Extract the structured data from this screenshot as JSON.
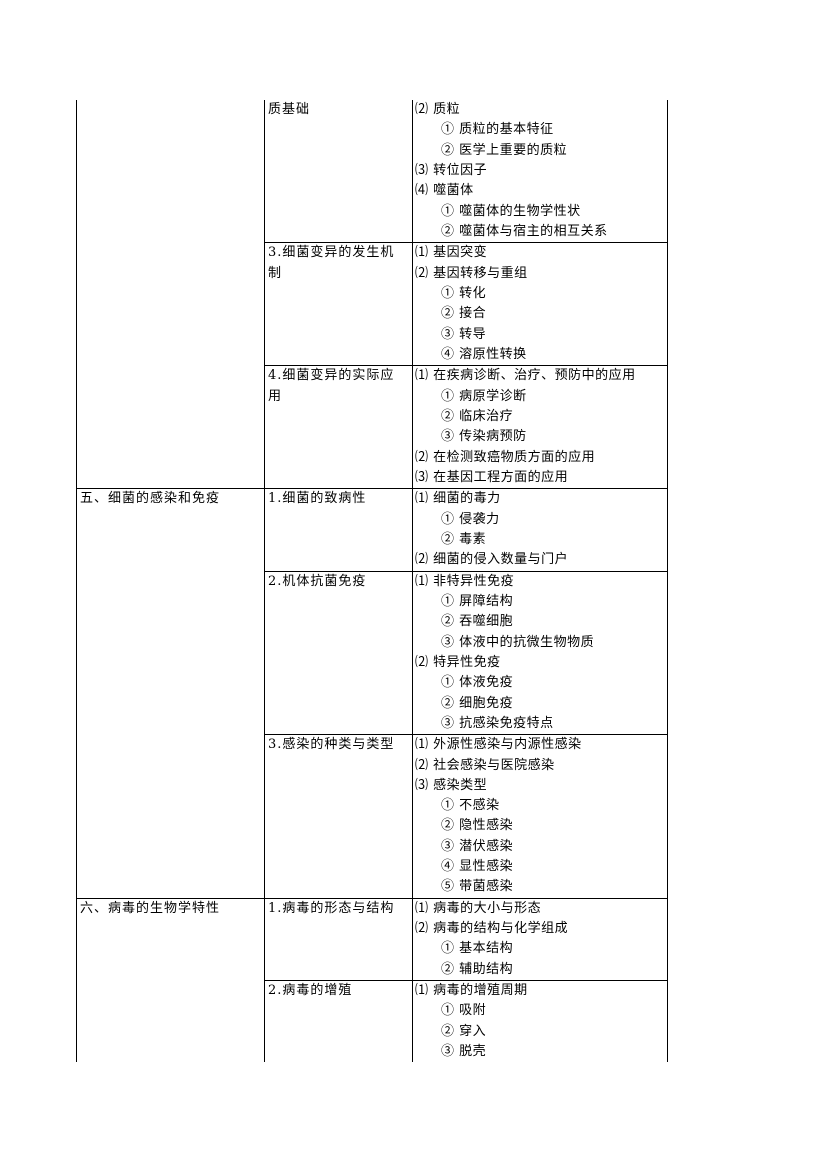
{
  "sections": [
    {
      "topic": "",
      "subs": [
        {
          "title": "质基础",
          "items": [
            {
              "t": "⑵ 质粒",
              "l": 1
            },
            {
              "t": "① 质粒的基本特征",
              "l": 2
            },
            {
              "t": "② 医学上重要的质粒",
              "l": 2
            },
            {
              "t": "⑶ 转位因子",
              "l": 1
            },
            {
              "t": "⑷ 噬菌体",
              "l": 1
            },
            {
              "t": "① 噬菌体的生物学性状",
              "l": 2
            },
            {
              "t": "② 噬菌体与宿主的相互关系",
              "l": 2
            }
          ]
        },
        {
          "title": "3.细菌变异的发生机制",
          "items": [
            {
              "t": "⑴ 基因突变",
              "l": 1
            },
            {
              "t": "⑵ 基因转移与重组",
              "l": 1
            },
            {
              "t": "① 转化",
              "l": 2
            },
            {
              "t": "② 接合",
              "l": 2
            },
            {
              "t": "③ 转导",
              "l": 2
            },
            {
              "t": "④ 溶原性转换",
              "l": 2
            }
          ]
        },
        {
          "title": "4.细菌变异的实际应用",
          "items": [
            {
              "t": "⑴ 在疾病诊断、治疗、预防中的应用",
              "l": 1
            },
            {
              "t": "① 病原学诊断",
              "l": 2
            },
            {
              "t": "② 临床治疗",
              "l": 2
            },
            {
              "t": "③ 传染病预防",
              "l": 2
            },
            {
              "t": "⑵ 在检测致癌物质方面的应用",
              "l": 1
            },
            {
              "t": "⑶ 在基因工程方面的应用",
              "l": 1
            }
          ]
        }
      ]
    },
    {
      "topic": "五、细菌的感染和免疫",
      "subs": [
        {
          "title": "1.细菌的致病性",
          "items": [
            {
              "t": "⑴ 细菌的毒力",
              "l": 1
            },
            {
              "t": "① 侵袭力",
              "l": 2
            },
            {
              "t": "② 毒素",
              "l": 2
            },
            {
              "t": "⑵ 细菌的侵入数量与门户",
              "l": 1
            }
          ]
        },
        {
          "title": "2.机体抗菌免疫",
          "items": [
            {
              "t": "⑴ 非特异性免疫",
              "l": 1
            },
            {
              "t": "① 屏障结构",
              "l": 2
            },
            {
              "t": "② 吞噬细胞",
              "l": 2
            },
            {
              "t": "③ 体液中的抗微生物物质",
              "l": 2
            },
            {
              "t": "⑵ 特异性免疫",
              "l": 1
            },
            {
              "t": "① 体液免疫",
              "l": 2
            },
            {
              "t": "② 细胞免疫",
              "l": 2
            },
            {
              "t": "③ 抗感染免疫特点",
              "l": 2
            }
          ]
        },
        {
          "title": "3.感染的种类与类型",
          "items": [
            {
              "t": "⑴ 外源性感染与内源性感染",
              "l": 1
            },
            {
              "t": "⑵ 社会感染与医院感染",
              "l": 1
            },
            {
              "t": "⑶ 感染类型",
              "l": 1
            },
            {
              "t": "① 不感染",
              "l": 2
            },
            {
              "t": "② 隐性感染",
              "l": 2
            },
            {
              "t": "③ 潜伏感染",
              "l": 2
            },
            {
              "t": "④ 显性感染",
              "l": 2
            },
            {
              "t": "⑤ 带菌感染",
              "l": 2
            }
          ]
        }
      ]
    },
    {
      "topic": "六、病毒的生物学特性",
      "subs": [
        {
          "title": "1.病毒的形态与结构",
          "items": [
            {
              "t": "⑴ 病毒的大小与形态",
              "l": 1
            },
            {
              "t": "⑵ 病毒的结构与化学组成",
              "l": 1
            },
            {
              "t": "① 基本结构",
              "l": 2
            },
            {
              "t": "② 辅助结构",
              "l": 2
            }
          ]
        },
        {
          "title": "2.病毒的增殖",
          "items": [
            {
              "t": "⑴ 病毒的增殖周期",
              "l": 1
            },
            {
              "t": "① 吸附",
              "l": 2
            },
            {
              "t": "② 穿入",
              "l": 2
            },
            {
              "t": "③ 脱壳",
              "l": 2
            }
          ]
        }
      ]
    }
  ]
}
